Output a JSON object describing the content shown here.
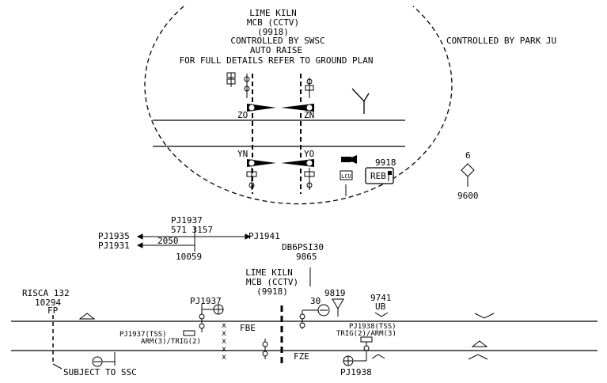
{
  "crossing": {
    "name": "LIME KILN",
    "type": "MCB (CCTV)",
    "number": "(9918)",
    "controlled_by": "CONTROLLED BY SWSC",
    "mode": "AUTO RAISE",
    "reference": "FOR FULL DETAILS REFER TO GROUND PLAN",
    "barrier_labels": {
      "zo": "ZO",
      "zn": "ZN",
      "yn": "YN",
      "yo": "YO"
    },
    "lcu_label": "LCU",
    "reb_label": "REB",
    "reb_number": "9918"
  },
  "park_junction": {
    "controlled_by": "CONTROLLED BY PARK JU"
  },
  "marker_6": {
    "top": "6",
    "bottom": "9600"
  },
  "points_group": {
    "signal_top": "PJ1937",
    "values": "571  3157",
    "left_upper": "PJ1935",
    "left_lower": "PJ1931",
    "right": "PJ1941",
    "center": "2050",
    "below": "10059"
  },
  "db6": {
    "name": "DB6PSI30",
    "number": "9865"
  },
  "lower_crossing": {
    "name": "LIME KILN",
    "type": "MCB (CCTV)",
    "number": "(9918)"
  },
  "risca": {
    "name": "RISCA 132",
    "number": "10294",
    "fp": "FP"
  },
  "signals": {
    "pj1937": "PJ1937",
    "pj1937_tss": "PJ1937(TSS)",
    "arm_trig_left": "ARM(3)/TRIG(2)",
    "pj1938_tss": "PJ1938(TSS)",
    "trig_arm_right": "TRIG(2)/ARM(3)",
    "pj1938": "PJ1938"
  },
  "track_circuits": {
    "fbe": "FBE",
    "fze": "FZE"
  },
  "speed_30": "30",
  "marker_9819": "9819",
  "marker_9741": {
    "number": "9741",
    "label": "UB"
  },
  "subject_ssc": "SUBJECT TO SSC",
  "colors": {
    "swsc": "#ff0000",
    "park": "#00d000",
    "ink": "#000000"
  }
}
